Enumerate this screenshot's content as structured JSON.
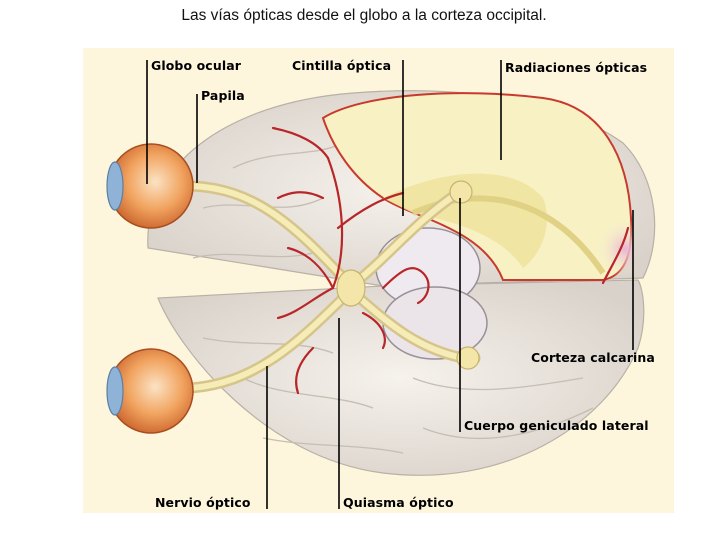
{
  "title": "Las vías ópticas desde el globo a la corteza occipital.",
  "labels": {
    "globo_ocular": "Globo ocular",
    "papila": "Papila",
    "cintilla_optica": "Cintilla óptica",
    "radiaciones_opticas": "Radiaciones ópticas",
    "corteza_calcarina": "Corteza calcarina",
    "cuerpo_geniculado_lateral": "Cuerpo geniculado lateral",
    "nervio_optico": "Nervio óptico",
    "quiasma_optico": "Quiasma óptico"
  },
  "colors": {
    "background": "#fdf5dc",
    "brain": "#ece6de",
    "optic_pathway": "#f3e6a8",
    "vessels": "#b8262a",
    "eye": "#e48a3e"
  }
}
